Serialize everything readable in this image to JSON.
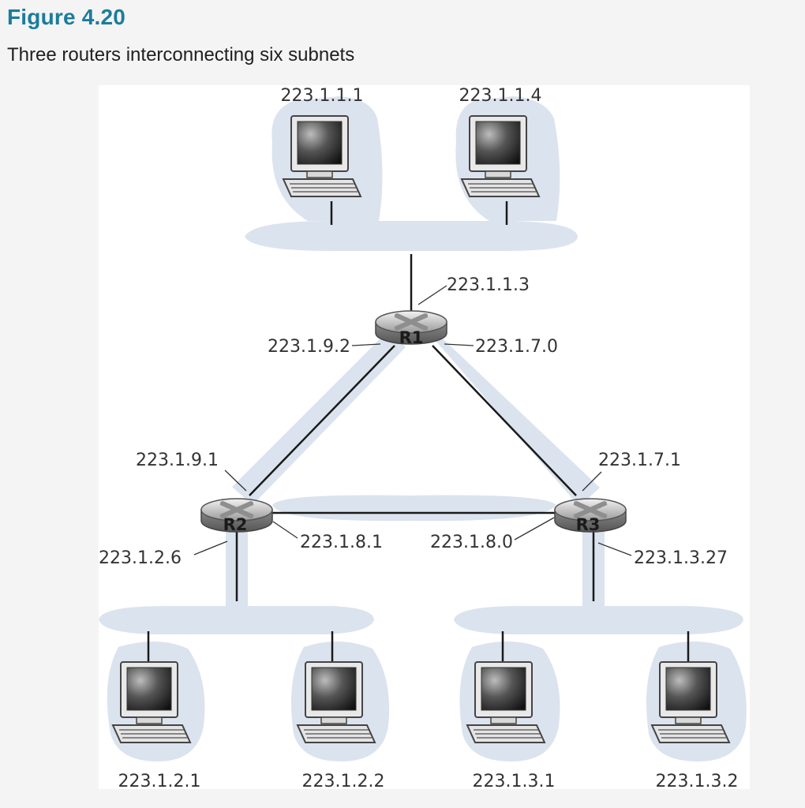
{
  "figure": {
    "title": "Figure 4.20",
    "caption": "Three routers interconnecting six subnets"
  },
  "routers": [
    {
      "id": "R1",
      "label": "R1"
    },
    {
      "id": "R2",
      "label": "R2"
    },
    {
      "id": "R3",
      "label": "R3"
    }
  ],
  "hosts": [
    {
      "id": "host-1",
      "ip": "223.1.1.1"
    },
    {
      "id": "host-2",
      "ip": "223.1.1.4"
    },
    {
      "id": "host-3",
      "ip": "223.1.2.1"
    },
    {
      "id": "host-4",
      "ip": "223.1.2.2"
    },
    {
      "id": "host-5",
      "ip": "223.1.3.1"
    },
    {
      "id": "host-6",
      "ip": "223.1.3.2"
    }
  ],
  "interfaces": {
    "r1_top": "223.1.1.3",
    "r1_left": "223.1.9.2",
    "r1_right": "223.1.7.0",
    "r2_upper": "223.1.9.1",
    "r2_right": "223.1.8.1",
    "r2_lower": "223.1.2.6",
    "r3_upper": "223.1.7.1",
    "r3_left": "223.1.8.0",
    "r3_lower": "223.1.3.27"
  },
  "colors": {
    "title": "#1b7c9c",
    "subnet_shading": "#dbe3ee",
    "canvas": "#ffffff",
    "background": "#f4f4f4"
  }
}
